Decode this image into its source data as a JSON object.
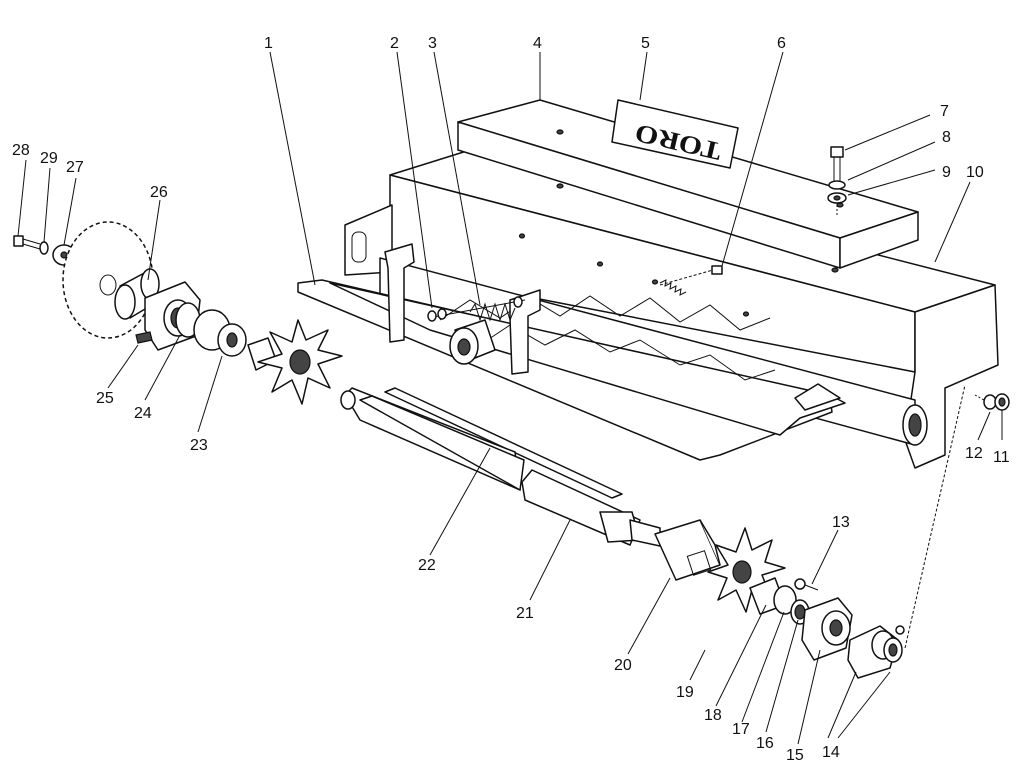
{
  "brand_logo": "TORO",
  "callouts": [
    "1",
    "2",
    "3",
    "4",
    "5",
    "6",
    "7",
    "8",
    "9",
    "10",
    "11",
    "12",
    "13",
    "14",
    "15",
    "16",
    "17",
    "18",
    "19",
    "20",
    "21",
    "22",
    "23",
    "24",
    "25",
    "26",
    "27",
    "28",
    "29"
  ]
}
